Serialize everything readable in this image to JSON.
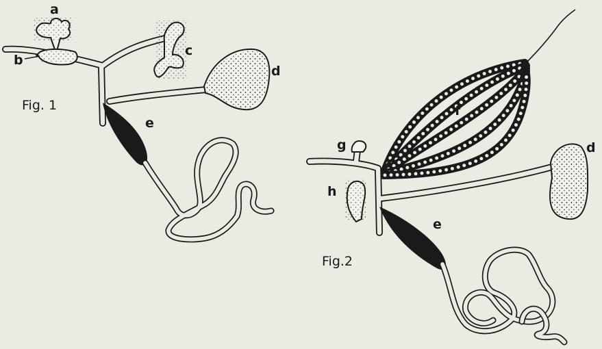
{
  "figures": [
    {
      "label": "Fig. 1",
      "parts": [
        "a",
        "b",
        "c",
        "d",
        "e"
      ]
    },
    {
      "label": "Fig.2",
      "parts": [
        "g",
        "f",
        "h",
        "d",
        "e"
      ]
    }
  ],
  "colors": {
    "background": "#ebebe4",
    "ink": "#1a1a1a"
  }
}
